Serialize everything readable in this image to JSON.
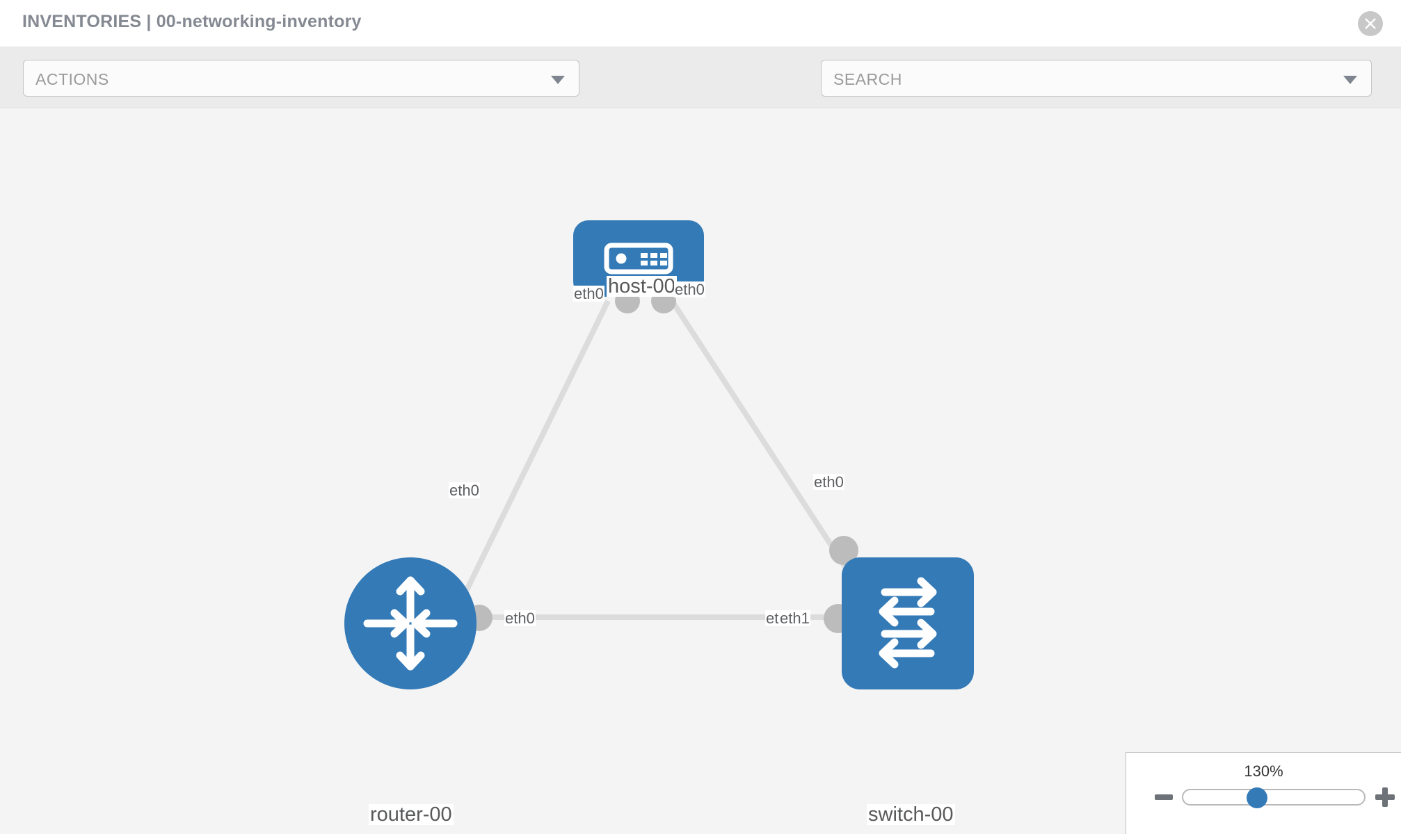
{
  "header": {
    "title": "INVENTORIES | 00-networking-inventory",
    "close_icon": "close-circle-icon"
  },
  "toolbar": {
    "actions_label": "ACTIONS",
    "actions_caret_icon": "chevron-down-icon",
    "wrench_icon": "wrench-icon",
    "key_icon": "key-icon",
    "search_placeholder": "SEARCH",
    "search_caret_icon": "chevron-down-icon"
  },
  "topology": {
    "nodes": [
      {
        "id": "host-00",
        "label": "host-00",
        "type": "host",
        "icon": "server-icon",
        "color": "#337ab7"
      },
      {
        "id": "router-00",
        "label": "router-00",
        "type": "router",
        "icon": "router-icon",
        "color": "#337ab7"
      },
      {
        "id": "switch-00",
        "label": "switch-00",
        "type": "switch",
        "icon": "switch-icon",
        "color": "#337ab7"
      }
    ],
    "interface_labels": {
      "host_left": "eth0",
      "host_right": "eth0",
      "router_up": "eth0",
      "switch_up": "eth0",
      "router_right": "eth0",
      "switch_left_a": "eth",
      "switch_left_b": "eth1"
    },
    "links": [
      {
        "from": "host-00",
        "to": "router-00",
        "from_if": "eth0",
        "to_if": "eth0"
      },
      {
        "from": "host-00",
        "to": "switch-00",
        "from_if": "eth0",
        "to_if": "eth0"
      },
      {
        "from": "router-00",
        "to": "switch-00",
        "from_if": "eth0",
        "to_if": "eth1"
      }
    ]
  },
  "zoom": {
    "value": "130%",
    "minus_icon": "minus-icon",
    "plus_icon": "plus-icon"
  }
}
